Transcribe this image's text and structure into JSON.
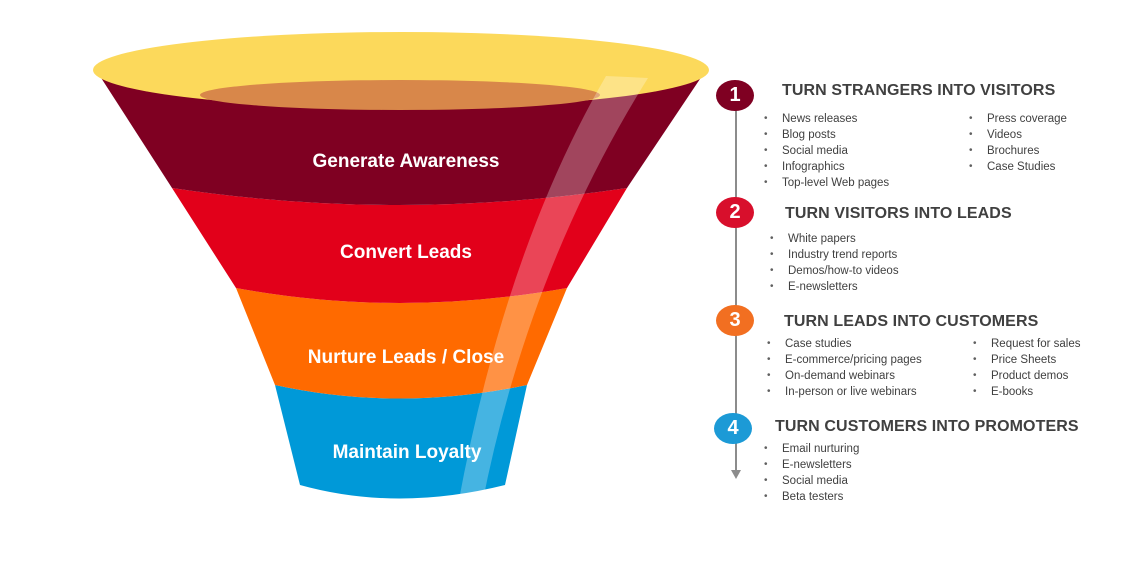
{
  "funnel": {
    "stages": [
      {
        "label": "Generate Awareness",
        "color": "#7f0022"
      },
      {
        "label": "Convert Leads",
        "color": "#e2001a"
      },
      {
        "label": "Nurture Leads / Close",
        "color": "#ff6a00"
      },
      {
        "label": "Maintain Loyalty",
        "color": "#0099d8"
      }
    ],
    "rim_color": "#fcd95b",
    "inner_color": "#d8874a"
  },
  "steps": [
    {
      "number": "1",
      "color": "#7f0022",
      "heading": "TURN STRANGERS INTO VISITORS",
      "col1": [
        "News releases",
        "Blog posts",
        "Social media",
        "Infographics",
        "Top-level Web pages"
      ],
      "col2": [
        "Press coverage",
        "Videos",
        "Brochures",
        "Case Studies"
      ]
    },
    {
      "number": "2",
      "color": "#d80f2c",
      "heading": "TURN VISITORS INTO LEADS",
      "col1": [
        "White papers",
        "Industry trend reports",
        "Demos/how-to  videos",
        "E-newsletters"
      ],
      "col2": []
    },
    {
      "number": "3",
      "color": "#f26f21",
      "heading": "TURN LEADS INTO CUSTOMERS",
      "col1": [
        "Case studies",
        "E-commerce/pricing  pages",
        "On-demand  webinars",
        "In-person or live webinars"
      ],
      "col2": [
        "Request for sales",
        "Price Sheets",
        "Product demos",
        "E-books"
      ]
    },
    {
      "number": "4",
      "color": "#1c9ad6",
      "heading": "TURN CUSTOMERS INTO PROMOTERS",
      "col1": [
        "Email nurturing",
        "E-newsletters",
        "Social media",
        "Beta testers"
      ],
      "col2": []
    }
  ]
}
